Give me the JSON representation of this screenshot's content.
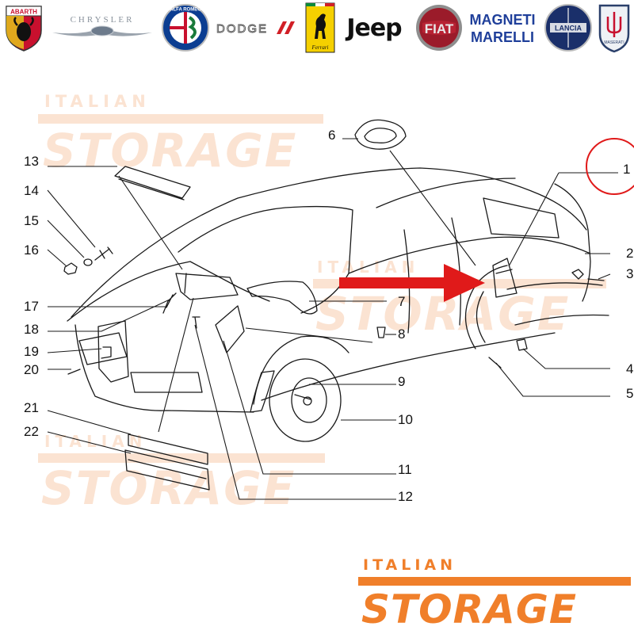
{
  "brands": [
    {
      "id": "abarth",
      "label": "ABARTH"
    },
    {
      "id": "chrysler",
      "label": "CHRYSLER"
    },
    {
      "id": "alfa-romeo",
      "label": "ALFA ROMEO"
    },
    {
      "id": "dodge",
      "label": "DODGE"
    },
    {
      "id": "ferrari",
      "label": "Ferrari"
    },
    {
      "id": "jeep",
      "label": "Jeep"
    },
    {
      "id": "fiat",
      "label": "FIAT"
    },
    {
      "id": "magneti-marelli",
      "label_top": "MAGNETI",
      "label_bottom": "MARELLI"
    },
    {
      "id": "lancia",
      "label": "LANCIA"
    },
    {
      "id": "maserati",
      "label": "MASERATI"
    }
  ],
  "watermark": {
    "small": "ITALIAN",
    "big": "STORAGE"
  },
  "footer_logo": {
    "small": "ITALIAN",
    "big": "STORAGE"
  },
  "callouts": [
    "1",
    "2",
    "3",
    "4",
    "5",
    "6",
    "7",
    "8",
    "9",
    "10",
    "11",
    "12",
    "13",
    "14",
    "15",
    "16",
    "17",
    "18",
    "19",
    "20",
    "21",
    "22"
  ],
  "colors": {
    "brand_orange": "#f07f2a",
    "watermark": "#fbe3d2",
    "highlight_red": "#e01a1a",
    "line": "#1a1a1a"
  }
}
